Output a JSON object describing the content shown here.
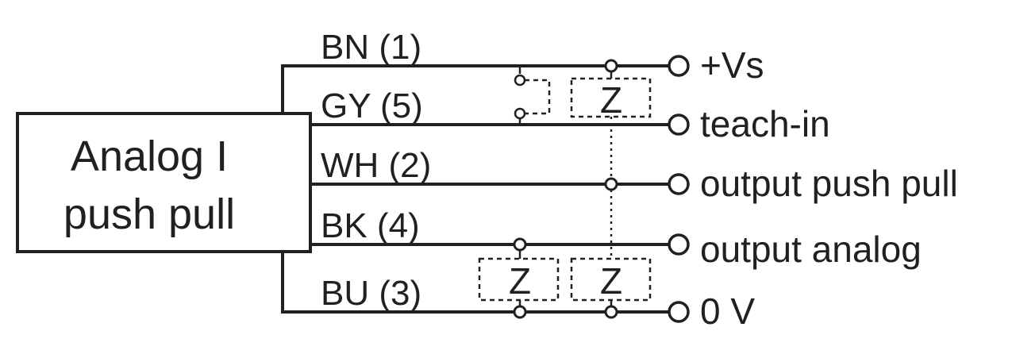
{
  "box": {
    "line1": "Analog I",
    "line2": "push pull"
  },
  "wires": [
    {
      "label": "BN (1)",
      "terminal": "+Vs"
    },
    {
      "label": "GY (5)",
      "terminal": "teach-in"
    },
    {
      "label": "WH (2)",
      "terminal": "output push pull"
    },
    {
      "label": "BK (4)",
      "terminal": "output analog"
    },
    {
      "label": "BU (3)",
      "terminal": "0 V"
    }
  ],
  "loads": [
    {
      "label": "Z"
    },
    {
      "label": "Z"
    },
    {
      "label": "Z"
    }
  ]
}
